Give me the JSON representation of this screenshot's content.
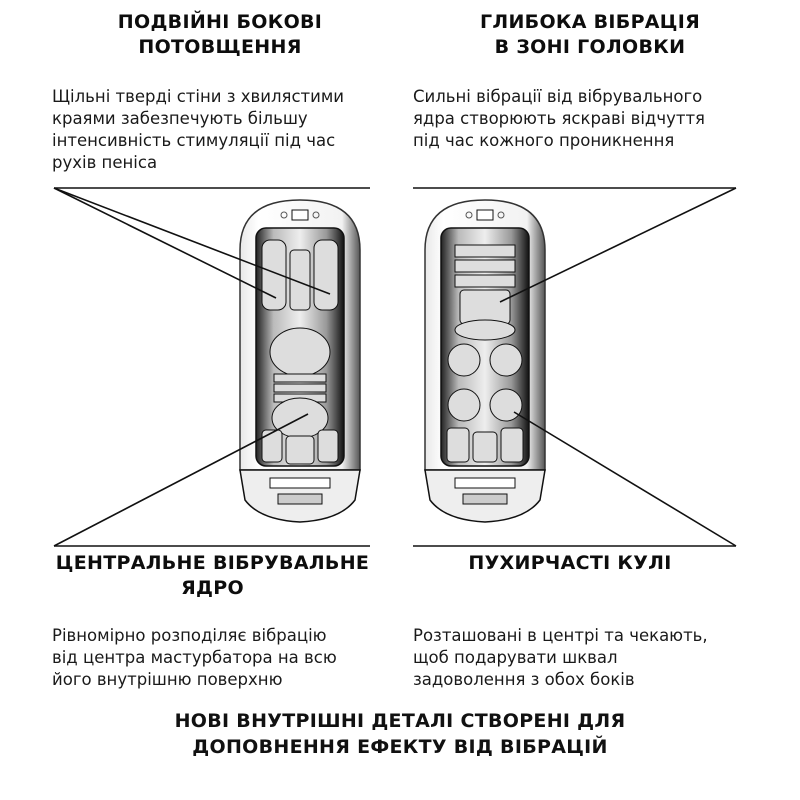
{
  "features": [
    {
      "title_line1": "ПОДВІЙНІ БОКОВІ",
      "title_line2": "ПОТОВЩЕННЯ",
      "description": "Щільні тверді стіни з хвилястими\nкраями забезпечують більшу\nінтенсивність стимуляції під час\nрухів пеніса"
    },
    {
      "title_line1": "ГЛИБОКА ВІБРАЦІЯ",
      "title_line2": "В ЗОНІ ГОЛОВКИ",
      "description": "Сильні вібрації від вібрувального\nядра створюють яскраві відчуття\nпід час кожного проникнення"
    },
    {
      "title_line1": "ЦЕНТРАЛЬНЕ ВІБРУВАЛЬНЕ",
      "title_line2": "ЯДРО",
      "description": "Рівномірно розподіляє вібрацію\nвід центра мастурбатора на всю\nйого внутрішню поверхню"
    },
    {
      "title_line1": "ПУХИРЧАСТІ КУЛІ",
      "title_line2": "",
      "description": "Розташовані в центрі та чекають,\nщоб подарувати шквал\nзадоволення з обох боків"
    }
  ],
  "footer": {
    "line1": "НОВІ ВНУТРІШНІ ДЕТАЛІ СТВОРЕНІ ДЛЯ",
    "line2": "ДОПОВНЕННЯ ЕФЕКТУ ВІД ВІБРАЦІЙ"
  },
  "colors": {
    "line": "#111111",
    "background": "#ffffff"
  }
}
